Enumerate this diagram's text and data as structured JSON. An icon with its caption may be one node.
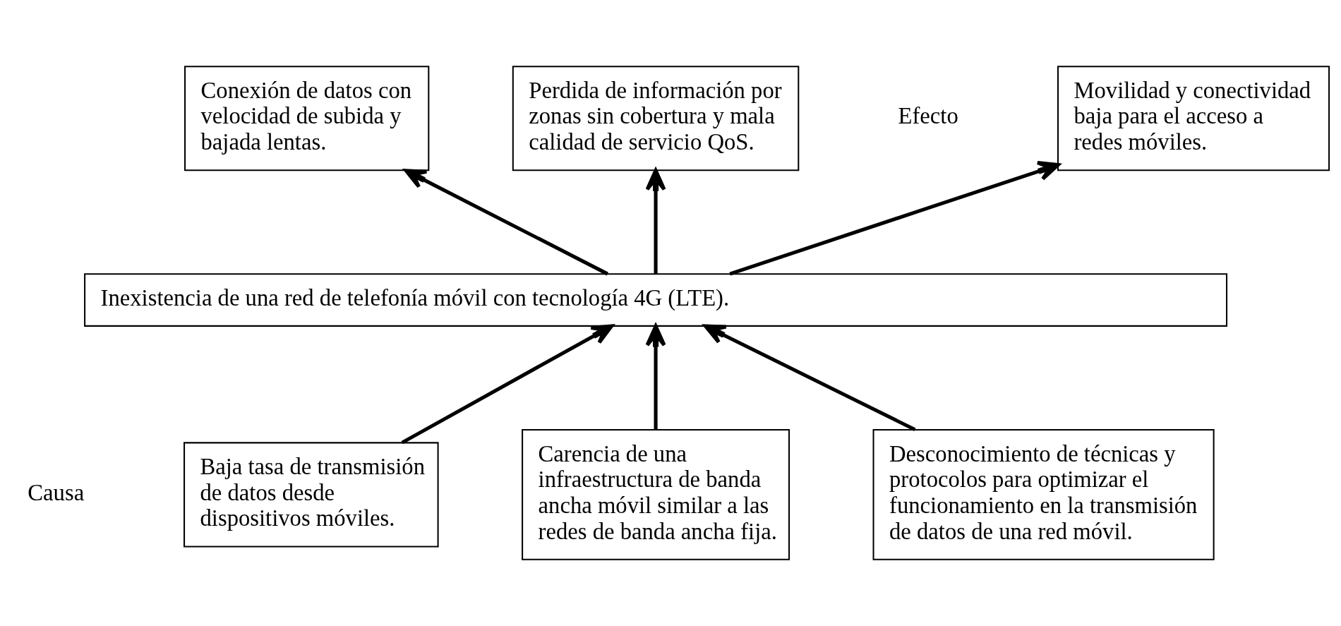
{
  "diagram": {
    "nodes": [
      {
        "text": [
          "Movilidad y conectividad baja para el acceso a redes móviles."
        ]
      },
      {
        "text": [
          "Conexión de datos con velocidad de subida y bajada lentas."
        ]
      },
      {
        "text": [
          "Perdida de información por zonas sin cobertura y mala calidad de servicio QoS."
        ]
      },
      {
        "text": [
          "Inexistencia de una red de telefonía móvil con tecnología 4G (LTE)."
        ]
      },
      {
        "text": [
          "Baja tasa de transmisión de datos desde dispositivos móviles."
        ]
      },
      {
        "text": [
          "Carencia de una infraestructura de banda ancha móvil similar a las redes de banda ancha fija."
        ]
      },
      {
        "text": [
          "Desconocimiento de técnicas y protocolos para optimizar el funcionamiento en la transmisión de datos de una red móvil."
        ]
      }
    ],
    "edges": [
      {
        "from": 3,
        "to": 0,
        "arrow": "to"
      },
      {
        "from": 3,
        "to": 1,
        "arrow": "to"
      },
      {
        "from": 3,
        "to": 2,
        "arrow": "to"
      },
      {
        "from": 4,
        "to": 3,
        "arrow": "to"
      },
      {
        "from": 5,
        "to": 3,
        "arrow": "to"
      },
      {
        "from": 6,
        "to": 3,
        "arrow": "to"
      }
    ],
    "labels": [
      "Efecto",
      "Causa"
    ]
  }
}
